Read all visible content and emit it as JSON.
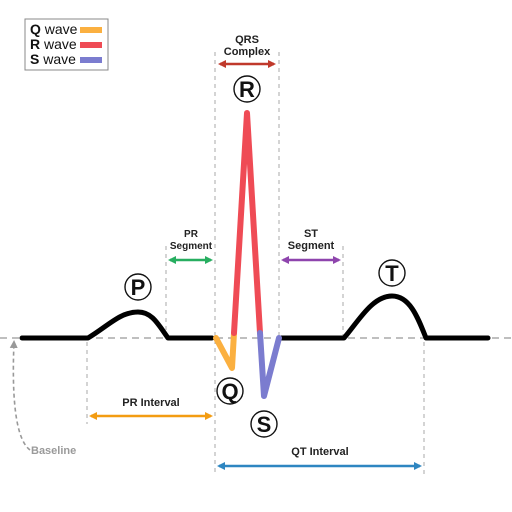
{
  "legend": {
    "items": [
      {
        "letter": "Q",
        "text": " wave",
        "color": "#fbb040"
      },
      {
        "letter": "R",
        "text": " wave",
        "color": "#ef4b55"
      },
      {
        "letter": "S",
        "text": " wave",
        "color": "#7b7ccf"
      }
    ]
  },
  "waves": {
    "p": "P",
    "q": "Q",
    "r": "R",
    "s": "S",
    "t": "T"
  },
  "labels": {
    "qrs_complex_line1": "QRS",
    "qrs_complex_line2": "Complex",
    "pr_segment_line1": "PR",
    "pr_segment_line2": "Segment",
    "st_segment_line1": "ST",
    "st_segment_line2": "Segment",
    "pr_interval": "PR Interval",
    "qt_interval": "QT Interval",
    "baseline": "Baseline"
  },
  "colors": {
    "trace": "#000000",
    "q_wave": "#fbb040",
    "r_wave": "#ef4b55",
    "s_wave": "#7b7ccf",
    "qrs_complex_arrow": "#c0392b",
    "pr_segment_arrow": "#27ae60",
    "st_segment_arrow": "#8e44ad",
    "pr_interval_arrow": "#f39c12",
    "qt_interval_arrow": "#2e86c1",
    "baseline": "#999999",
    "guide": "#aaaaaa"
  }
}
